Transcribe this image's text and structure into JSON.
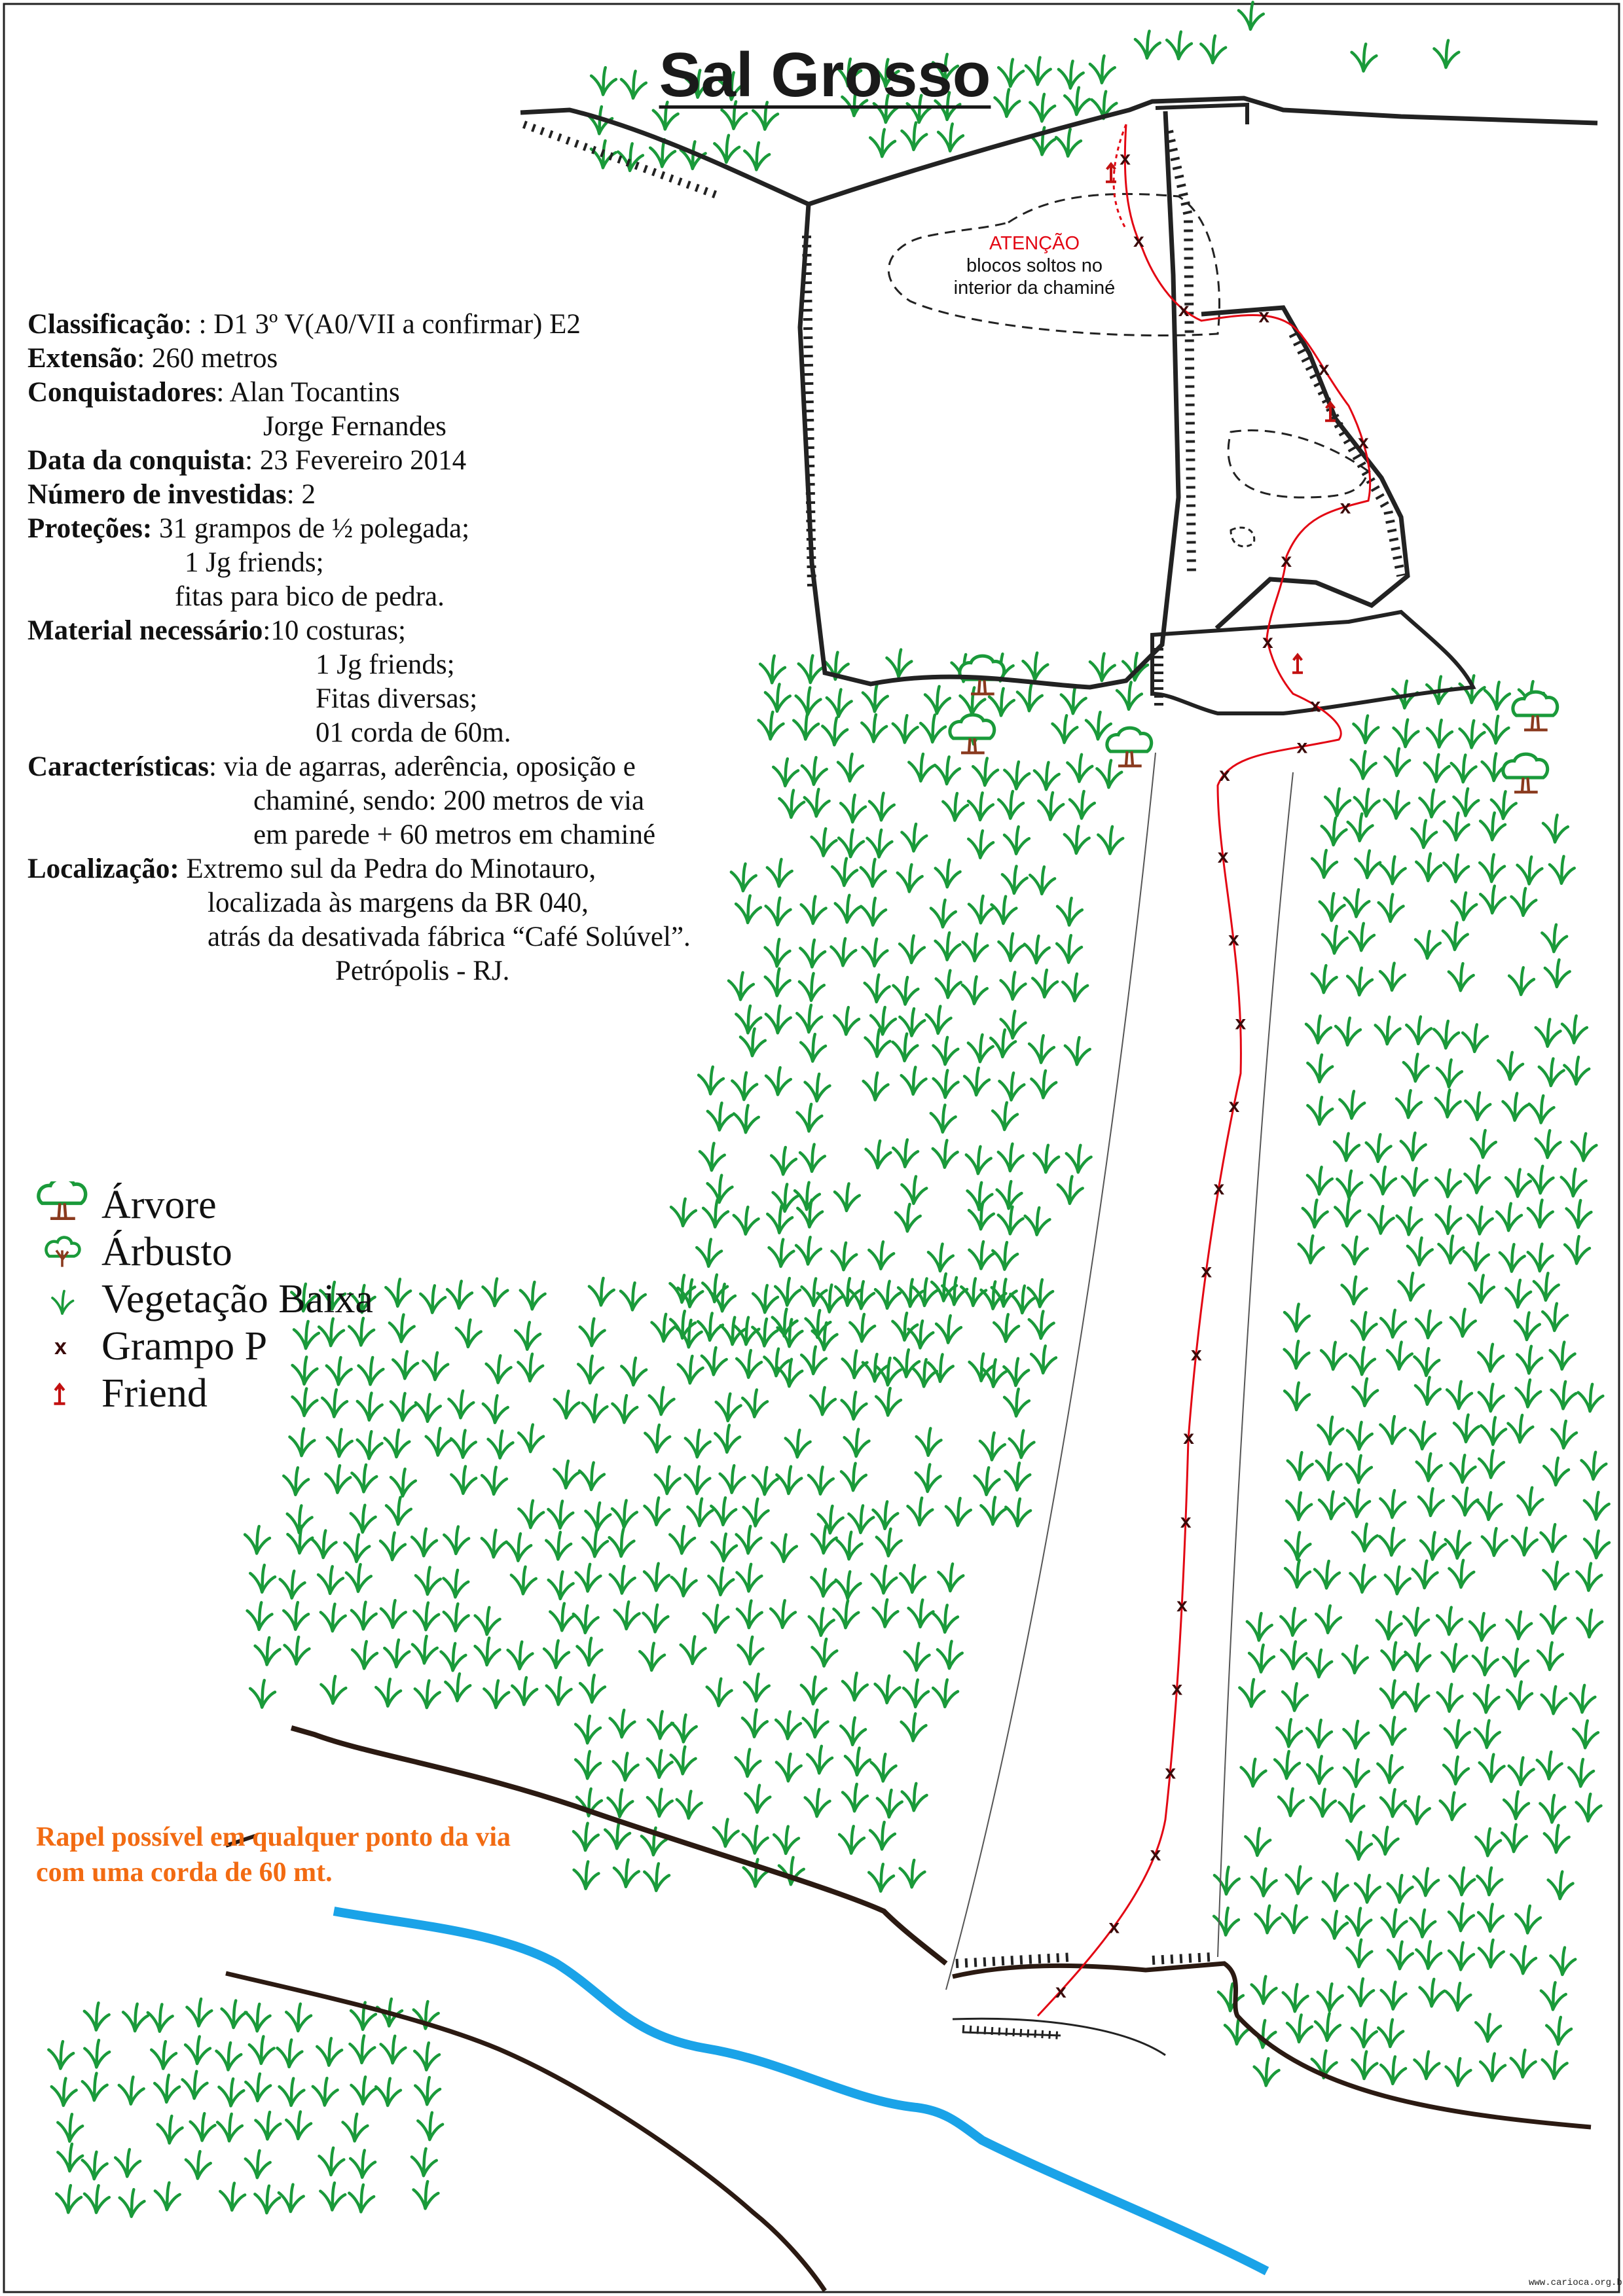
{
  "title": "Sal Grosso",
  "info": {
    "classificacao": {
      "label": "Classificação",
      "value": ": : D1 3º V(A0/VII a confirmar) E2"
    },
    "extensao": {
      "label": "Extensão",
      "value": ": 260 metros"
    },
    "conquistadores": {
      "label": "Conquistadores",
      "value": ": Alan Tocantins",
      "extra": "Jorge Fernandes"
    },
    "data": {
      "label": "Data da conquista",
      "value": ": 23 Fevereiro 2014"
    },
    "investidas": {
      "label": "Número de investidas",
      "value": ": 2"
    },
    "protecoes": {
      "label": "Proteções:",
      "value": " 31 grampos de ½ polegada;",
      "lines": [
        "1 Jg friends;",
        "fitas para bico de pedra."
      ]
    },
    "material": {
      "label": "Material necessário",
      "value": ":10 costuras;",
      "lines": [
        "1 Jg friends;",
        "Fitas diversas;",
        "01 corda de 60m."
      ]
    },
    "caracteristicas": {
      "label": "Características",
      "value": ": via de agarras, aderência, oposição e",
      "lines": [
        "chaminé, sendo: 200 metros de via",
        "em parede + 60 metros em chaminé"
      ]
    },
    "localizacao": {
      "label": "Localização:",
      "value": " Extremo sul da Pedra do Minotauro,",
      "lines": [
        "localizada às margens da BR 040,",
        "atrás da desativada fábrica “Café Solúvel”.",
        "Petrópolis - RJ."
      ]
    }
  },
  "attention": {
    "heading": "ATENÇÃO",
    "line1": "blocos soltos no",
    "line2": "interior da chaminé"
  },
  "legend": [
    {
      "icon": "tree-icon",
      "label": "Árvore"
    },
    {
      "icon": "shrub-icon",
      "label": "Árbusto"
    },
    {
      "icon": "low-vegetation-icon",
      "label": "Vegetação Baixa"
    },
    {
      "icon": "bolt-x-icon",
      "label": "Grampo P"
    },
    {
      "icon": "friend-icon",
      "label": "Friend"
    }
  ],
  "rapel": {
    "line1": "Rapel possível em qualquer ponto da via",
    "line2": "com uma corda de 60 mt."
  },
  "credit": "www.carioca.org.br",
  "colors": {
    "route": "#e30613",
    "river": "#1aa3e8",
    "vegetation": "#1a9a3a",
    "rapel": "#f26b12",
    "tree_trunk": "#8a3a1e"
  }
}
